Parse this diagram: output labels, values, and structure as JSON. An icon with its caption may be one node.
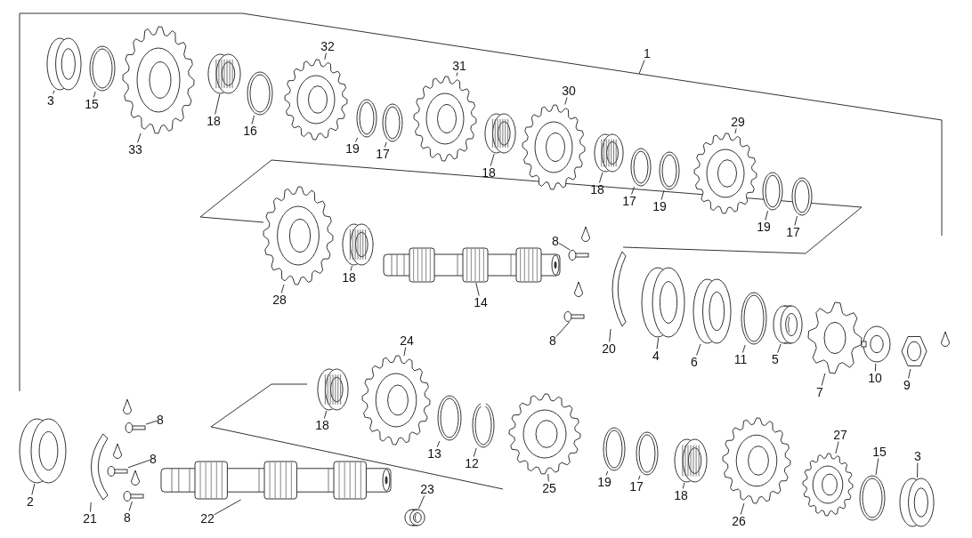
{
  "diagram": {
    "nodes": [
      {
        "text": [
          "1"
        ]
      },
      {
        "text": [
          "3"
        ]
      },
      {
        "text": [],
        "shape": "picture"
      },
      {
        "text": [
          "15"
        ]
      },
      {
        "text": [],
        "shape": "picture"
      },
      {
        "text": [
          "33"
        ]
      },
      {
        "text": [],
        "shape": "picture"
      },
      {
        "text": [
          "18"
        ]
      },
      {
        "text": [],
        "shape": "picture"
      },
      {
        "text": [
          "16"
        ]
      },
      {
        "text": [],
        "shape": "picture"
      },
      {
        "text": [
          "32"
        ]
      },
      {
        "text": [],
        "shape": "picture"
      },
      {
        "text": [
          "19"
        ]
      },
      {
        "text": [],
        "shape": "picture"
      },
      {
        "text": [
          "17"
        ]
      },
      {
        "text": [],
        "shape": "picture"
      },
      {
        "text": [
          "31"
        ]
      },
      {
        "text": [],
        "shape": "picture"
      },
      {
        "text": [
          "18"
        ]
      },
      {
        "text": [],
        "shape": "picture"
      },
      {
        "text": [
          "30"
        ]
      },
      {
        "text": [],
        "shape": "picture"
      },
      {
        "text": [
          "18"
        ]
      },
      {
        "text": [],
        "shape": "picture"
      },
      {
        "text": [
          "17"
        ]
      },
      {
        "text": [],
        "shape": "picture"
      },
      {
        "text": [
          "19"
        ]
      },
      {
        "text": [],
        "shape": "picture"
      },
      {
        "text": [
          "29"
        ]
      },
      {
        "text": [],
        "shape": "picture"
      },
      {
        "text": [
          "19"
        ]
      },
      {
        "text": [],
        "shape": "picture"
      },
      {
        "text": [
          "17"
        ]
      },
      {
        "text": [],
        "shape": "picture"
      },
      {
        "text": [
          "28"
        ]
      },
      {
        "text": [],
        "shape": "picture"
      },
      {
        "text": [
          "18"
        ]
      },
      {
        "text": [],
        "shape": "picture"
      },
      {
        "text": [
          "8"
        ]
      },
      {
        "text": [],
        "shape": "picture"
      },
      {
        "text": [
          "14"
        ]
      },
      {
        "text": [],
        "shape": "picture"
      },
      {
        "text": [
          "8"
        ]
      },
      {
        "text": [],
        "shape": "picture"
      },
      {
        "text": [
          "20"
        ]
      },
      {
        "text": [],
        "shape": "picture"
      },
      {
        "text": [
          "4"
        ]
      },
      {
        "text": [],
        "shape": "picture"
      },
      {
        "text": [
          "6"
        ]
      },
      {
        "text": [],
        "shape": "picture"
      },
      {
        "text": [
          "11"
        ]
      },
      {
        "text": [],
        "shape": "picture"
      },
      {
        "text": [
          "5"
        ]
      },
      {
        "text": [],
        "shape": "picture"
      },
      {
        "text": [
          "7"
        ]
      },
      {
        "text": [],
        "shape": "picture"
      },
      {
        "text": [
          "10"
        ]
      },
      {
        "text": [],
        "shape": "picture"
      },
      {
        "text": [
          "9"
        ]
      },
      {
        "text": [],
        "shape": "picture"
      },
      {
        "text": [
          "24"
        ]
      },
      {
        "text": [],
        "shape": "picture"
      },
      {
        "text": [
          "18"
        ]
      },
      {
        "text": [],
        "shape": "picture"
      },
      {
        "text": [
          "13"
        ]
      },
      {
        "text": [],
        "shape": "picture"
      },
      {
        "text": [
          "12"
        ]
      },
      {
        "text": [],
        "shape": "picture"
      },
      {
        "text": [
          "25"
        ]
      },
      {
        "text": [],
        "shape": "picture"
      },
      {
        "text": [
          "19"
        ]
      },
      {
        "text": [],
        "shape": "picture"
      },
      {
        "text": [
          "17"
        ]
      },
      {
        "text": [],
        "shape": "picture"
      },
      {
        "text": [
          "18"
        ]
      },
      {
        "text": [],
        "shape": "picture"
      },
      {
        "text": [
          "26"
        ]
      },
      {
        "text": [],
        "shape": "picture"
      },
      {
        "text": [
          "27"
        ]
      },
      {
        "text": [],
        "shape": "picture"
      },
      {
        "text": [
          "15"
        ]
      },
      {
        "text": [],
        "shape": "picture"
      },
      {
        "text": [
          "3"
        ]
      },
      {
        "text": [],
        "shape": "picture"
      },
      {
        "text": [
          "2"
        ]
      },
      {
        "text": [],
        "shape": "picture"
      },
      {
        "text": [
          "8"
        ]
      },
      {
        "text": [],
        "shape": "picture"
      },
      {
        "text": [
          "8"
        ]
      },
      {
        "text": [],
        "shape": "picture"
      },
      {
        "text": [
          "8"
        ]
      },
      {
        "text": [],
        "shape": "picture"
      },
      {
        "text": [
          "21"
        ]
      },
      {
        "text": [],
        "shape": "picture"
      },
      {
        "text": [
          "22"
        ]
      },
      {
        "text": [],
        "shape": "picture"
      },
      {
        "text": [
          "23"
        ]
      },
      {
        "text": [],
        "shape": "picture"
      }
    ],
    "edges": [
      {
        "from": 0,
        "to": null,
        "arrow": "none"
      },
      {
        "from": 1,
        "to": 2,
        "arrow": "none"
      },
      {
        "from": 3,
        "to": 4,
        "arrow": "none"
      },
      {
        "from": 5,
        "to": 6,
        "arrow": "none"
      },
      {
        "from": 7,
        "to": 8,
        "arrow": "none"
      },
      {
        "from": 9,
        "to": 10,
        "arrow": "none"
      },
      {
        "from": 11,
        "to": 12,
        "arrow": "none"
      },
      {
        "from": 13,
        "to": 14,
        "arrow": "none"
      },
      {
        "from": 15,
        "to": 16,
        "arrow": "none"
      },
      {
        "from": 17,
        "to": 18,
        "arrow": "none"
      },
      {
        "from": 19,
        "to": 20,
        "arrow": "none"
      },
      {
        "from": 21,
        "to": 22,
        "arrow": "none"
      },
      {
        "from": 23,
        "to": 24,
        "arrow": "none"
      },
      {
        "from": 25,
        "to": 26,
        "arrow": "none"
      },
      {
        "from": 27,
        "to": 28,
        "arrow": "none"
      },
      {
        "from": 29,
        "to": 30,
        "arrow": "none"
      },
      {
        "from": 31,
        "to": 32,
        "arrow": "none"
      },
      {
        "from": 33,
        "to": 34,
        "arrow": "none"
      },
      {
        "from": 35,
        "to": 36,
        "arrow": "none"
      },
      {
        "from": 37,
        "to": 38,
        "arrow": "none"
      },
      {
        "from": 39,
        "to": 40,
        "arrow": "none"
      },
      {
        "from": 41,
        "to": 42,
        "arrow": "none"
      },
      {
        "from": 43,
        "to": 44,
        "arrow": "none"
      },
      {
        "from": 45,
        "to": 46,
        "arrow": "none"
      },
      {
        "from": 47,
        "to": 48,
        "arrow": "none"
      },
      {
        "from": 49,
        "to": 50,
        "arrow": "none"
      },
      {
        "from": 51,
        "to": 52,
        "arrow": "none"
      },
      {
        "from": 53,
        "to": 54,
        "arrow": "none"
      },
      {
        "from": 55,
        "to": 56,
        "arrow": "none"
      },
      {
        "from": 57,
        "to": 58,
        "arrow": "none"
      },
      {
        "from": 59,
        "to": 60,
        "arrow": "none"
      },
      {
        "from": 61,
        "to": 62,
        "arrow": "none"
      },
      {
        "from": 63,
        "to": 64,
        "arrow": "none"
      },
      {
        "from": 65,
        "to": 66,
        "arrow": "none"
      },
      {
        "from": 67,
        "to": 68,
        "arrow": "none"
      },
      {
        "from": 69,
        "to": 70,
        "arrow": "none"
      },
      {
        "from": 71,
        "to": 72,
        "arrow": "none"
      },
      {
        "from": 73,
        "to": 74,
        "arrow": "none"
      },
      {
        "from": 75,
        "to": 76,
        "arrow": "none"
      },
      {
        "from": 77,
        "to": 78,
        "arrow": "none"
      },
      {
        "from": 79,
        "to": 80,
        "arrow": "none"
      },
      {
        "from": 81,
        "to": 82,
        "arrow": "none"
      },
      {
        "from": 83,
        "to": 84,
        "arrow": "none"
      },
      {
        "from": 85,
        "to": 86,
        "arrow": "none"
      },
      {
        "from": 87,
        "to": 88,
        "arrow": "none"
      },
      {
        "from": 89,
        "to": 90,
        "arrow": "none"
      },
      {
        "from": 91,
        "to": 92,
        "arrow": "none"
      },
      {
        "from": 93,
        "to": 94,
        "arrow": "none"
      },
      {
        "from": 95,
        "to": 96,
        "arrow": "none"
      },
      {
        "from": 97,
        "to": 98,
        "arrow": "none"
      }
    ]
  }
}
